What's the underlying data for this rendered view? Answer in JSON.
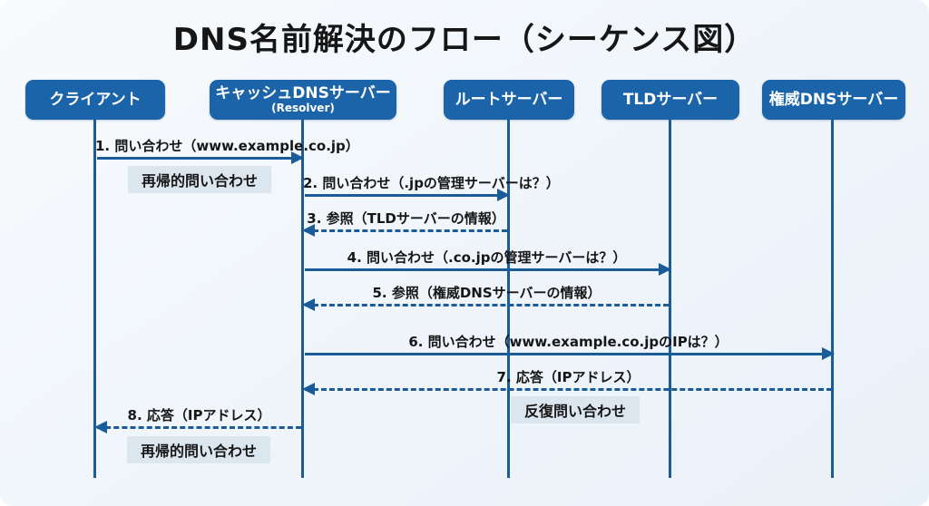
{
  "title": "DNS名前解決のフロー（シーケンス図）",
  "actors": [
    {
      "label": "クライアント"
    },
    {
      "label": "キャッシュDNSサーバー",
      "sublabel": "(Resolver)"
    },
    {
      "label": "ルートサーバー"
    },
    {
      "label": "TLDサーバー"
    },
    {
      "label": "権威DNSサーバー"
    }
  ],
  "messages": [
    {
      "label": "1. 問い合わせ（www.example.co.jp）",
      "from": "クライアント",
      "to": "キャッシュDNSサーバー",
      "style": "solid"
    },
    {
      "label": "2. 問い合わせ（.jpの管理サーバーは？）",
      "from": "キャッシュDNSサーバー",
      "to": "ルートサーバー",
      "style": "solid"
    },
    {
      "label": "3. 参照（TLDサーバーの情報）",
      "from": "ルートサーバー",
      "to": "キャッシュDNSサーバー",
      "style": "dashed"
    },
    {
      "label": "4. 問い合わせ（.co.jpの管理サーバーは？）",
      "from": "キャッシュDNSサーバー",
      "to": "TLDサーバー",
      "style": "solid"
    },
    {
      "label": "5. 参照（権威DNSサーバーの情報）",
      "from": "TLDサーバー",
      "to": "キャッシュDNSサーバー",
      "style": "dashed"
    },
    {
      "label": "6. 問い合わせ（www.example.co.jpのIPは？）",
      "from": "キャッシュDNSサーバー",
      "to": "権威DNSサーバー",
      "style": "solid"
    },
    {
      "label": "7. 応答（IPアドレス）",
      "from": "権威DNSサーバー",
      "to": "キャッシュDNSサーバー",
      "style": "dashed"
    },
    {
      "label": "8. 応答（IPアドレス）",
      "from": "キャッシュDNSサーバー",
      "to": "クライアント",
      "style": "dashed"
    }
  ],
  "notes": [
    {
      "label": "再帰的問い合わせ"
    },
    {
      "label": "反復問い合わせ"
    },
    {
      "label": "再帰的問い合わせ"
    }
  ],
  "colors": {
    "background": "#eff5fa",
    "actor_box": "#1b64aa",
    "arrow": "#1a5b99",
    "note_background": "#dce6ef",
    "text": "#161616"
  }
}
